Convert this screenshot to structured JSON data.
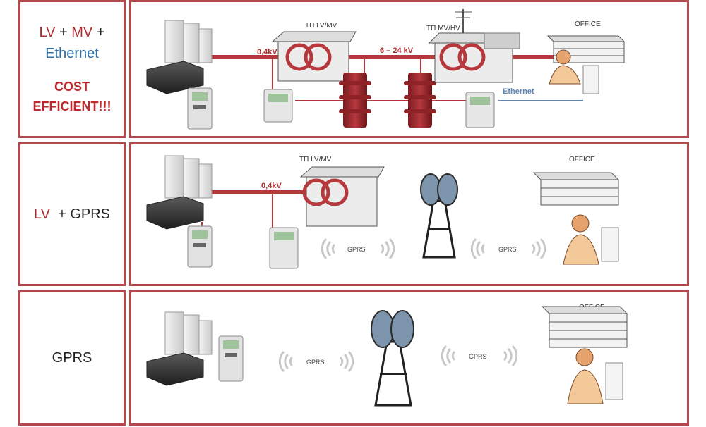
{
  "rows": [
    {
      "label_parts": {
        "lv": "LV",
        "plus1": " + ",
        "mv": "MV",
        "plus2": " +",
        "ethernet": "Ethernet"
      },
      "cost_line1": "COST",
      "cost_line2": "EFFICIENT!!!",
      "labels": {
        "tp_lv_mv": "ТП LV/MV",
        "tp_mv_hv": "ТП MV/HV",
        "office": "OFFICE",
        "v04": "0,4kV",
        "v6_24": "6 – 24 kV",
        "ethernet_link": "Ethernet"
      }
    },
    {
      "label_parts": {
        "lv": "LV",
        "rest": "  + GPRS"
      },
      "labels": {
        "tp_lv_mv": "ТП LV/MV",
        "office": "OFFICE",
        "v04": "0,4kV",
        "gprs_a": "GPRS",
        "gprs_b": "GPRS"
      }
    },
    {
      "label": "GPRS",
      "labels": {
        "office": "OFFICE",
        "gprs_a": "GPRS",
        "gprs_b": "GPRS"
      }
    }
  ],
  "colors": {
    "border": "#b5484c",
    "power_line": "#b5383d",
    "ethernet_line": "#5b86b8",
    "accent_red": "#b02a2e",
    "accent_blue": "#2e6fa7"
  }
}
